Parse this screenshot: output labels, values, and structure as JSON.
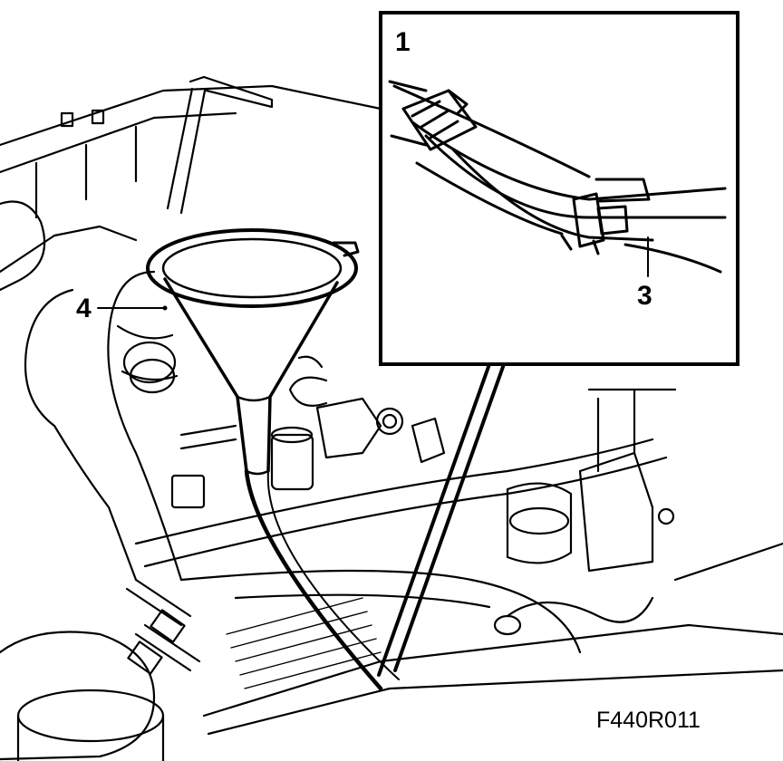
{
  "callouts": {
    "label_1": "1",
    "label_3": "3",
    "label_4": "4"
  },
  "figure_code": "F440R011",
  "colors": {
    "ink": "#000000",
    "paper": "#ffffff"
  }
}
